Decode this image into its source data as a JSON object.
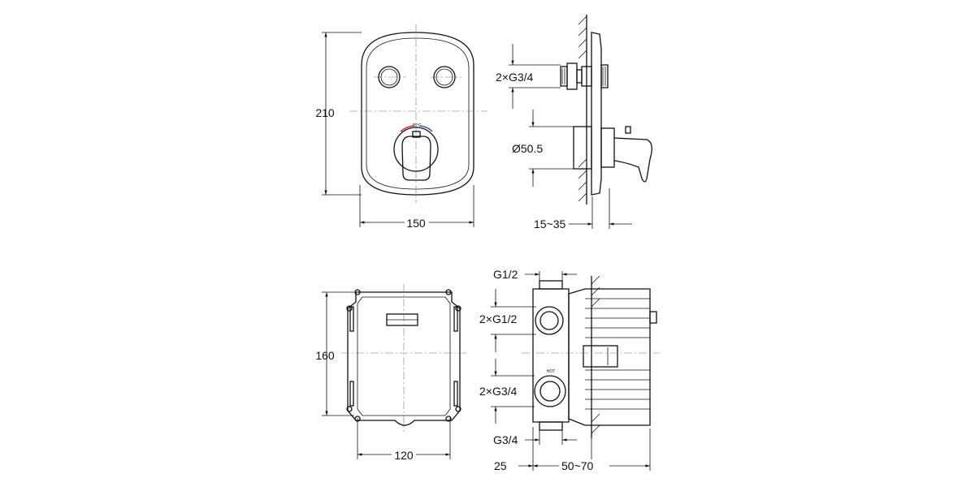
{
  "views": {
    "front": {
      "height_label": "210",
      "width_label": "150",
      "dial_label": "38°C"
    },
    "side": {
      "inlet_label": "2×G3/4",
      "diameter_label": "Ø50.5",
      "depth_label": "15~35"
    },
    "box_front": {
      "height_label": "160",
      "width_label": "120"
    },
    "box_side": {
      "top_label": "G1/2",
      "upper_label": "2×G1/2",
      "lower_label": "2×G3/4",
      "bottom_label": "G3/4",
      "hot_label": "HOT",
      "left_depth_label": "25",
      "right_depth_label": "50~70"
    }
  }
}
